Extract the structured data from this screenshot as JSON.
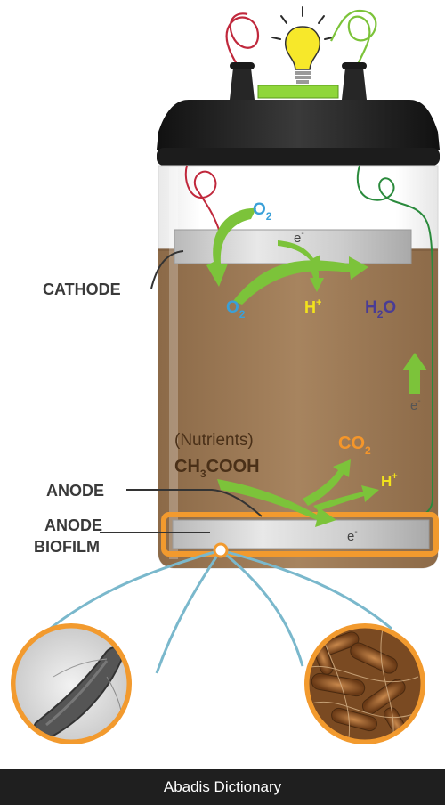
{
  "labels": {
    "cathode": "CATHODE",
    "anode": "ANODE",
    "anode_biofilm_line1": "ANODE",
    "anode_biofilm_line2": "BIOFILM"
  },
  "chemistry": {
    "o2_top": "O",
    "o2_top_sub": "2",
    "o2_mid": "O",
    "o2_mid_sub": "2",
    "h_plus_cathode": "H",
    "h_plus_cathode_sup": "+",
    "h2o_h": "H",
    "h2o_sub": "2",
    "h2o_o": "O",
    "electron_cathode": "e",
    "electron_cathode_sup": "-",
    "electron_side": "e",
    "electron_side_sup": "-",
    "nutrients": "(Nutrients)",
    "ch3cooh_a": "CH",
    "ch3cooh_sub": "3",
    "ch3cooh_b": "COOH",
    "co2": "CO",
    "co2_sub": "2",
    "h_plus_anode": "H",
    "h_plus_anode_sup": "+",
    "electron_anode": "e",
    "electron_anode_sup": "-"
  },
  "footer": {
    "text": "Abadis Dictionary"
  },
  "colors": {
    "lid": "#242424",
    "liquid": "#a27f5c",
    "electrode": "#cfcfcf",
    "arrow_green": "#7cc33a",
    "oxygen_blue": "#3aa0d8",
    "hydrogen_yellow": "#f2e21c",
    "water_purple": "#4a3c95",
    "co2_orange": "#f5962a",
    "nutrient_brown": "#5a3a1e",
    "biofilm_orange": "#f29a2e",
    "leader_teal": "#7ab8cc",
    "wire_red": "#c0283c",
    "wire_green": "#2a8a3c"
  }
}
